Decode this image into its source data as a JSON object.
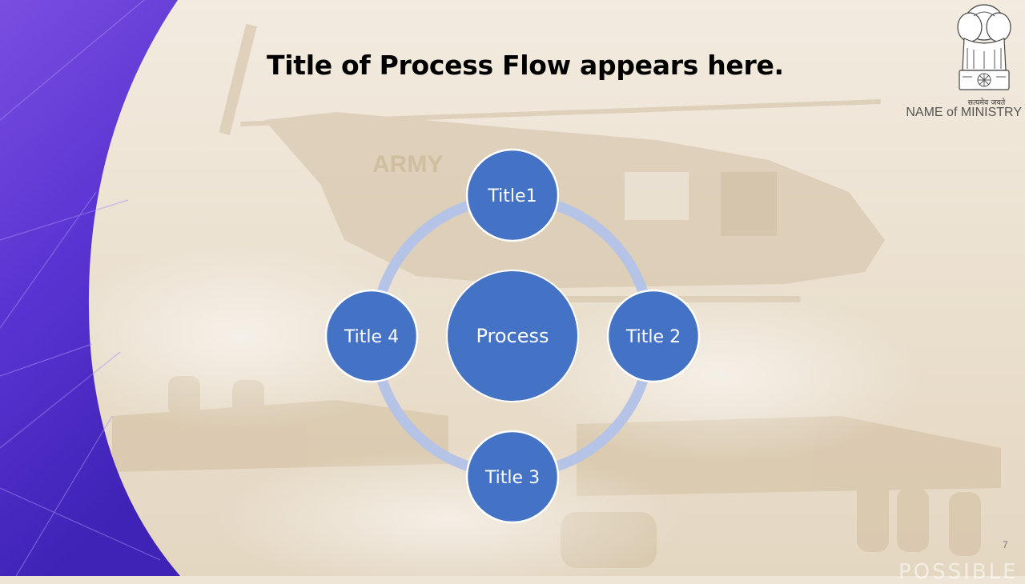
{
  "slide": {
    "title": "Title of Process Flow appears here.",
    "ministry_name": "NAME of MINISTRY",
    "emblem_motto": "सत्यमेव जयते",
    "slide_number": "7",
    "footer_brand": "POSSIBLE"
  },
  "background": {
    "image_caption": "ARMY"
  },
  "diagram": {
    "center": "Process",
    "nodes": [
      "Title1",
      "Title 2",
      "Title 3",
      "Title 4"
    ]
  },
  "colors": {
    "node_fill": "#4472c4",
    "node_stroke": "#ffffff",
    "ring": "#b4c3e6",
    "accent_purple": "#5a2fd0"
  }
}
